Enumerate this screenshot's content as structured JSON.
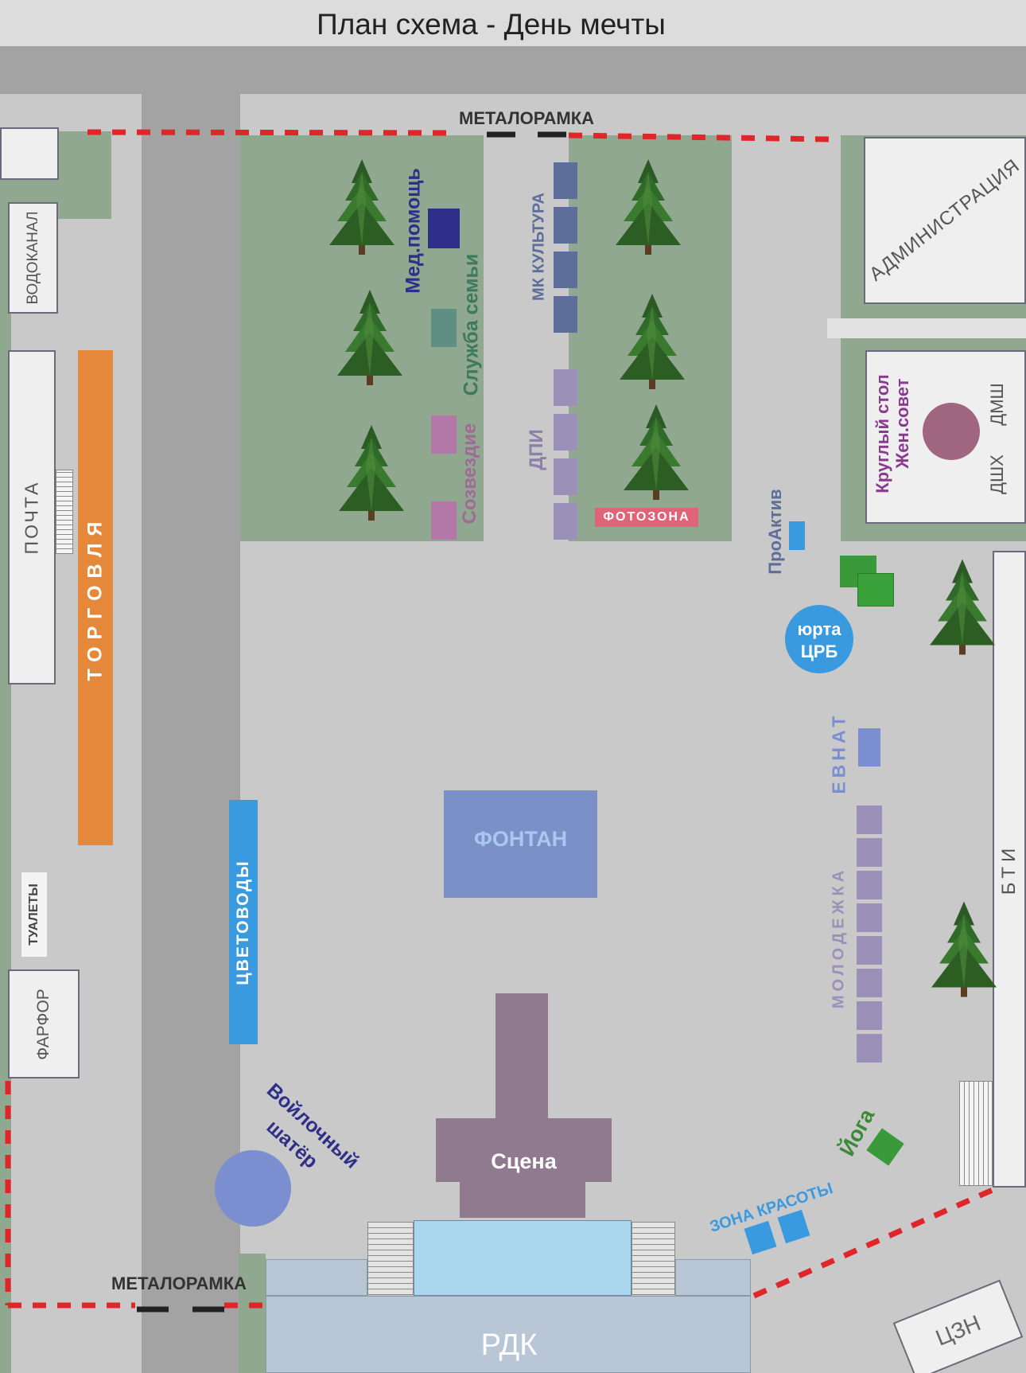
{
  "title": "План схема  - День мечты",
  "labels": {
    "metal_top": "МЕТАЛОРАМКА",
    "metal_bottom": "МЕТАЛОРАМКА",
    "vodokanal": "ВОДОКАНАЛ",
    "pochta": "ПОЧТА",
    "torgovlya": "ТОРГОВЛЯ",
    "tualety": "ТУАЛЕТЫ",
    "farfor": "ФАРФОР",
    "tsvetovody": "ЦВЕТОВОДЫ",
    "med_pomosch": "Мед.помощь",
    "sluzhba_semyi": "Служба семьи",
    "sozvezdie": "Созвездие",
    "mk_kultura": "МК КУЛЬТУРА",
    "dpi": "ДПИ",
    "fotozona": "ФОТОЗОНА",
    "administratsiya": "АДМИНИСТРАЦИЯ",
    "krugly_stol_1": "Круглый стол",
    "krugly_stol_2": "Жен.совет",
    "dmsh": "ДМШ",
    "dshh": "ДШХ",
    "proaktiv": "ПроАктив",
    "yurta_1": "юрта",
    "yurta_2": "ЦРБ",
    "evnat": "ЕВНАТ",
    "molodezhka": "МОЛОДЕЖКА",
    "bti": "БТИ",
    "fontan": "ФОНТАН",
    "scena": "Сцена",
    "voilochny_1": "Войлочный",
    "voilochny_2": "шатёр",
    "yoga": "Йога",
    "zona_krasoty": "ЗОНА КРАСОТЫ",
    "rdk": "РДК",
    "czn": "ЦЗН"
  },
  "colors": {
    "road": "#a3a3a3",
    "pavement": "#c9c9c9",
    "lawn": "#8fa88f",
    "fence": "#e0262a",
    "torgovlya": "#e6883a",
    "tsvetovody": "#3a9ae0",
    "fontan": "#7b90c6",
    "scena": "#8f7a90",
    "fotozona": "#e06478",
    "yurta": "#3a9ae0",
    "med_pomosch": "#2f2f8a",
    "sluzhba_semyi": "#5e8f82",
    "sozvezdie": "#b478a8",
    "mk_kultura": "#5e6e9a",
    "dpi": "#9a90b8",
    "molodezhka": "#9a90b8",
    "evnat": "#7b8fd0",
    "krugly_stol": "#a06680",
    "voilochny": "#7b8fd0",
    "yoga": "#3a9a3a",
    "zona_krasoty": "#3a9ae0",
    "rdk": "#b8c6d6",
    "stage_water": "#aad6f0"
  },
  "icons": {
    "tree": "tree-icon"
  }
}
